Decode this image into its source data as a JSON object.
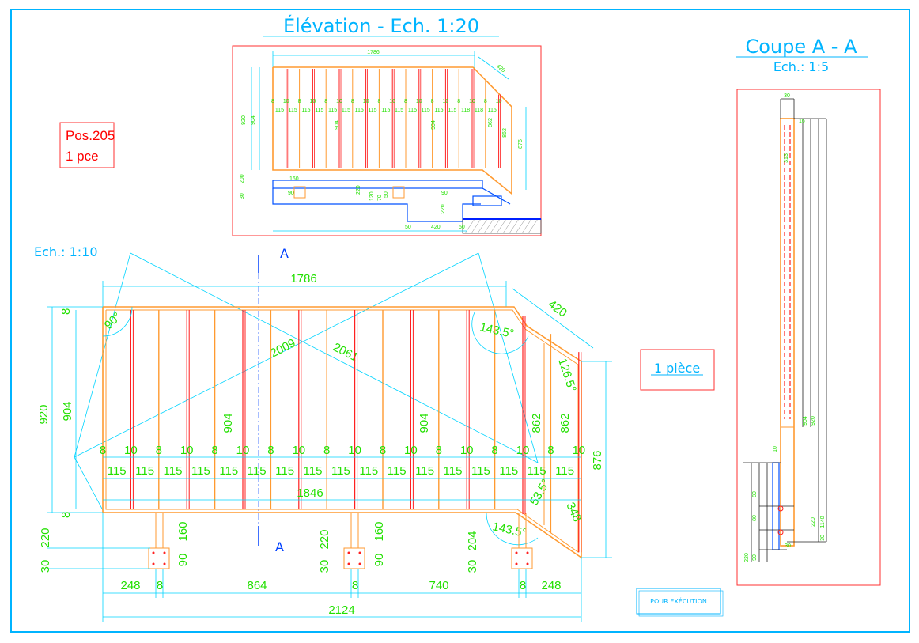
{
  "titles": {
    "elevation": "Élévation - Ech. 1:20",
    "section": "Coupe A - A",
    "section_scale": "Ech.: 1:5",
    "plan_scale": "Ech.: 1:10"
  },
  "labels": {
    "pos": "Pos.205",
    "qty": "1 pce",
    "piece": "1 pièce",
    "stamp": "POUR EXÉCUTION",
    "section_mark": "A"
  },
  "plan_dims": {
    "top_length": "1786",
    "slanted": "420",
    "diag1": "2009",
    "diag2": "2061",
    "angle_90": "90°",
    "angle_top": "143.5°",
    "angle_right": "126.5°",
    "angle_bottom_a": "53.5°",
    "angle_bottom_b": "143.5°",
    "height_920": "920",
    "height_904": "904",
    "inner_904": "904",
    "right_862": "862",
    "right_876": "876",
    "bottom_len": "1846",
    "right_348": "348",
    "edge_8": "8",
    "post_220": "220",
    "post_160": "160",
    "post_90": "90",
    "post_30": "30",
    "post_204": "204",
    "d248": "248",
    "d864": "864",
    "d740": "740",
    "total_2124": "2124",
    "flat_8": "8",
    "flat_10": "10",
    "gap_115": "115"
  },
  "elev_dims": {
    "top": "1786",
    "slant": "420",
    "h920": "920",
    "h904": "904",
    "mid904": "904",
    "r862": "862",
    "r876": "876",
    "b160": "160",
    "b220": "220",
    "b120": "120",
    "b70": "70",
    "b50": "50",
    "b90": "90",
    "b30": "30",
    "b200": "200",
    "b420": "420",
    "b220b": "220",
    "e8": "8",
    "e10": "10",
    "e115": "115",
    "e118": "118"
  },
  "section_dims": {
    "top_30": "30",
    "d16": "16",
    "d313": "313",
    "d904": "904",
    "d920": "920",
    "d10": "10",
    "d80": "80",
    "d220": "220",
    "d1140": "1140",
    "d30": "30",
    "d90": "90",
    "d220b": "220"
  },
  "colors": {
    "frame": "#ff9a30",
    "bars": "#ff2020",
    "dimension": "#00d4ff",
    "dimension_text": "#22e000",
    "title": "#00b4ff",
    "border": "#00b4ff"
  }
}
